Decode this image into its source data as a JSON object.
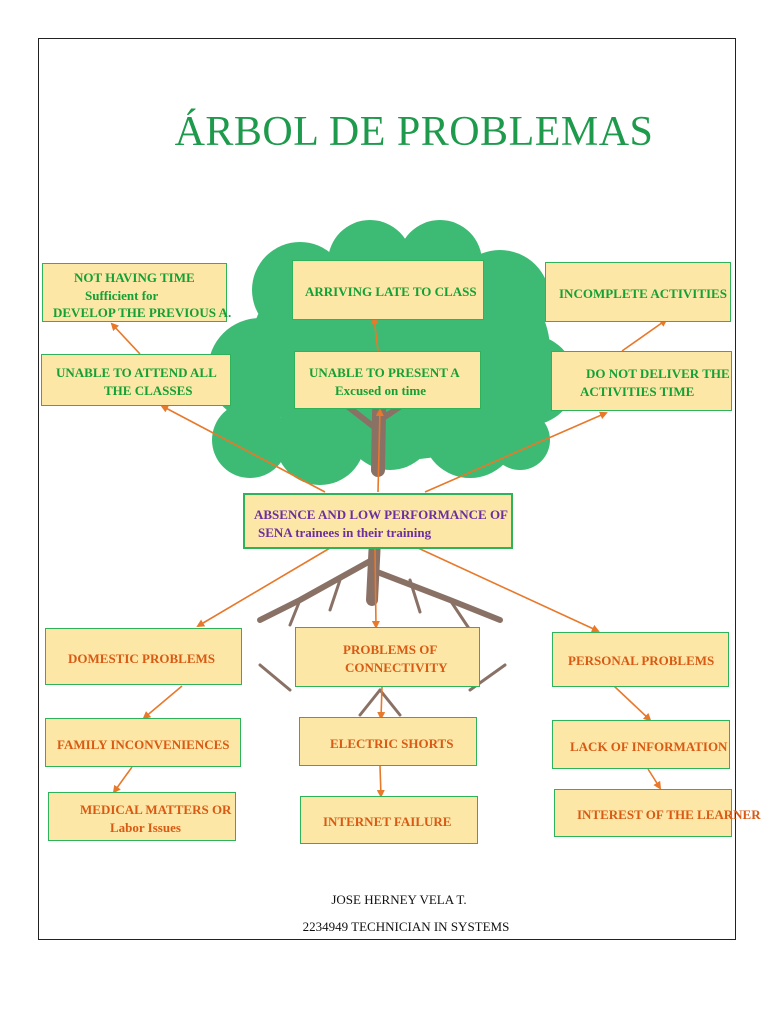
{
  "title": "ÁRBOL DE PROBLEMAS",
  "colors": {
    "effect_text": "#13a036",
    "cause_text": "#d85a14",
    "core_text": "#6b2fa0",
    "box_fill": "#fde7a6",
    "box_border": "#2fb35a",
    "tree_foliage": "#3dbb74",
    "tree_trunk": "#8a7166",
    "arrow": "#e8782a"
  },
  "effects": {
    "not_having_time": [
      "NOT HAVING TIME",
      "Sufficient for",
      "DEVELOP THE PREVIOUS A."
    ],
    "arriving_late": [
      "ARRIVING LATE TO CLASS"
    ],
    "incomplete_activities": [
      "INCOMPLETE ACTIVITIES"
    ],
    "unable_attend": [
      "UNABLE TO ATTEND ALL",
      "THE CLASSES"
    ],
    "unable_present": [
      "UNABLE TO PRESENT A",
      "Excused on time"
    ],
    "not_deliver": [
      "DO NOT DELIVER THE",
      "ACTIVITIES TIME"
    ]
  },
  "core_problem": [
    "ABSENCE AND LOW PERFORMANCE OF",
    "SENA trainees in their training"
  ],
  "causes": {
    "domestic": [
      "DOMESTIC PROBLEMS"
    ],
    "family": [
      "FAMILY INCONVENIENCES"
    ],
    "medical": [
      "MEDICAL MATTERS OR",
      "Labor Issues"
    ],
    "connectivity": [
      "PROBLEMS OF",
      "CONNECTIVITY"
    ],
    "electric": [
      "ELECTRIC SHORTS"
    ],
    "internet": [
      "INTERNET FAILURE"
    ],
    "personal": [
      "PERSONAL PROBLEMS"
    ],
    "lack_info": [
      "LACK OF INFORMATION"
    ],
    "interest": [
      "INTEREST OF THE LEARNER"
    ]
  },
  "footer": {
    "author": "JOSE HERNEY VELA T.",
    "course": "2234949 TECHNICIAN IN SYSTEMS"
  }
}
